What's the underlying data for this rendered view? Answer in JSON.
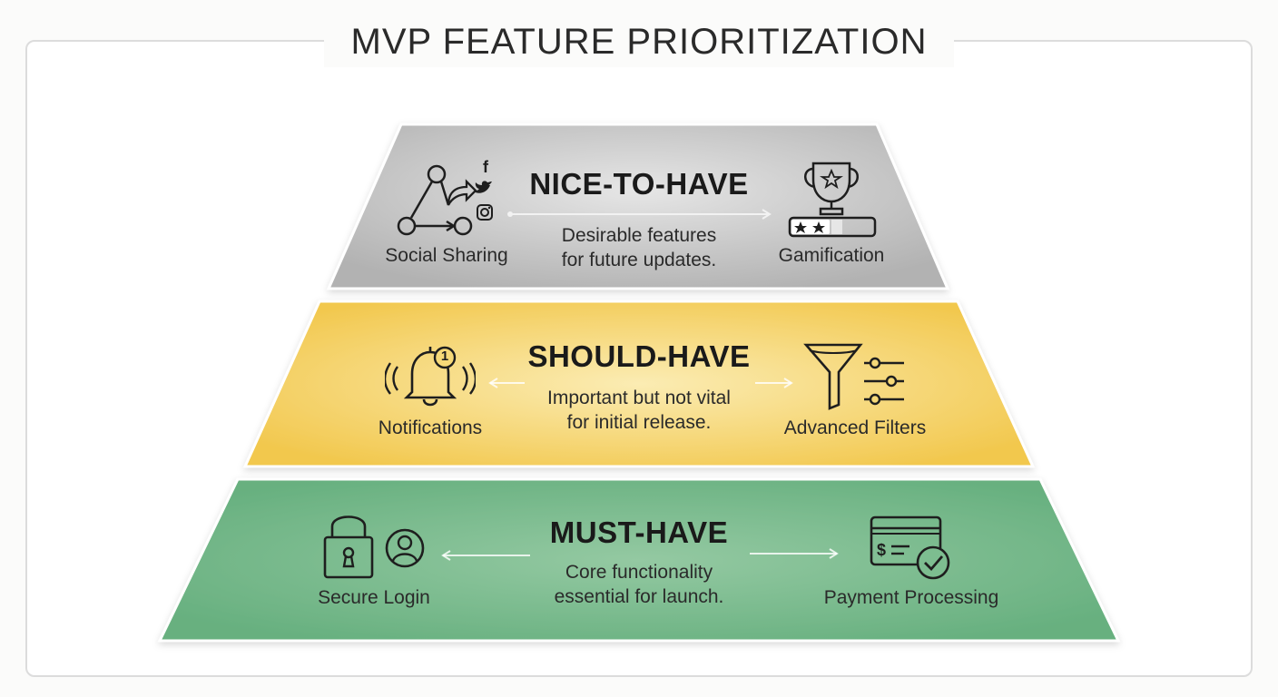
{
  "title": "MVP FEATURE PRIORITIZATION",
  "colors": {
    "nice_to_have": "#bdbdbd",
    "should_have": "#f4cf5c",
    "must_have": "#6fb587",
    "frame": "#dcdcdc"
  },
  "tiers": {
    "nice": {
      "title": "NICE-TO-HAVE",
      "description_line1": "Desirable features",
      "description_line2": "for future updates.",
      "left_feature": {
        "label": "Social Sharing",
        "icon": "social-share-icon"
      },
      "right_feature": {
        "label": "Gamification",
        "icon": "trophy-icon"
      }
    },
    "should": {
      "title": "SHOULD-HAVE",
      "description_line1": "Important but not vital",
      "description_line2": "for initial release.",
      "left_feature": {
        "label": "Notifications",
        "icon": "bell-icon",
        "badge": "1"
      },
      "right_feature": {
        "label": "Advanced Filters",
        "icon": "filter-icon"
      }
    },
    "must": {
      "title": "MUST-HAVE",
      "description_line1": "Core functionality",
      "description_line2": "essential for launch.",
      "left_feature": {
        "label": "Secure Login",
        "icon": "lock-icon"
      },
      "right_feature": {
        "label": "Payment Processing",
        "icon": "payment-card-icon"
      }
    }
  }
}
